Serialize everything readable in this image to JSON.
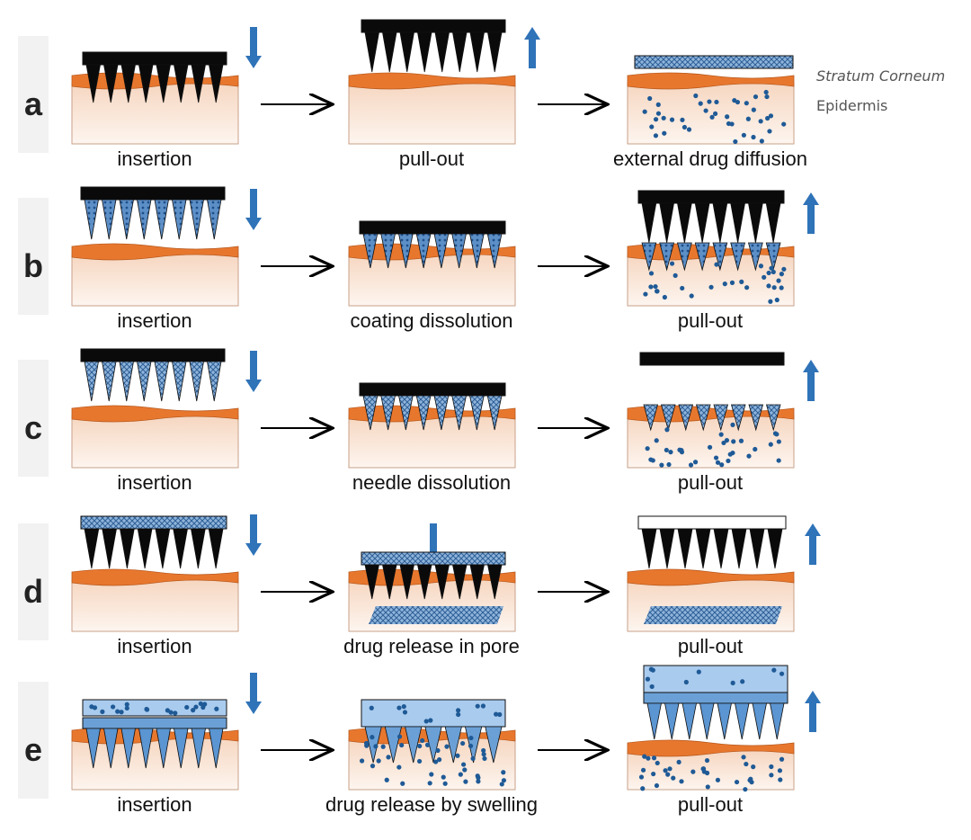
{
  "rows": [
    {
      "letter": "a",
      "captions": [
        "insertion",
        "pull-out",
        "external drug diffusion"
      ]
    },
    {
      "letter": "b",
      "captions": [
        "insertion",
        "coating dissolution",
        "pull-out"
      ]
    },
    {
      "letter": "c",
      "captions": [
        "insertion",
        "needle dissolution",
        "pull-out"
      ]
    },
    {
      "letter": "d",
      "captions": [
        "insertion",
        "drug release in pore",
        "pull-out"
      ]
    },
    {
      "letter": "e",
      "captions": [
        "insertion",
        "drug release by swelling",
        "pull-out"
      ]
    }
  ],
  "layer_labels": {
    "stratum_corneum": "Stratum Corneum",
    "epidermis": "Epidermis"
  },
  "colors": {
    "skin_top": "#f9e3d3",
    "skin_bottom": "#fdf4ee",
    "stratum": "#e8772e",
    "needle_black": "#0a0a0a",
    "drug_blue": "#4a86c6",
    "hydrogel_blue": "#a9cbee",
    "arrow_blue": "#2f73b8"
  }
}
